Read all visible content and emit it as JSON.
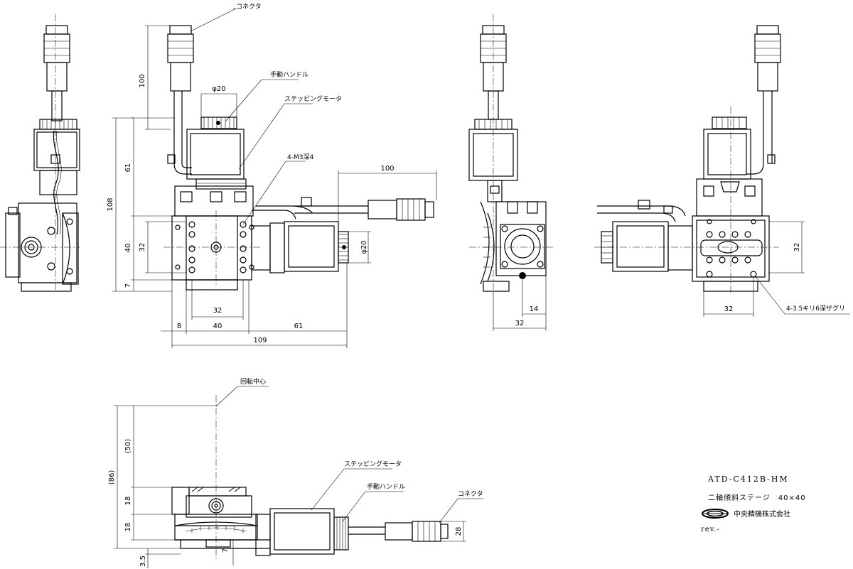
{
  "labels": {
    "connector": "コネクタ",
    "manual_handle": "手動ハンドル",
    "stepping_motor": "ステッピングモータ",
    "tap_holes": "4-M3深4",
    "rotation_center": "回転中心",
    "counterbore_holes": "4-3.5キリ6深ザグリ",
    "connector_bottom": "コネクタ",
    "manual_handle_bottom": "手動ハンドル",
    "stepping_motor_bottom": "ステッピングモータ"
  },
  "dimensions": {
    "d100_cable": "100",
    "d_phi20_top": "φ20",
    "d61": "61",
    "d108": "108",
    "d40_left": "40",
    "d32_left": "32",
    "d7": "7",
    "d100_right": "100",
    "d_phi20_right": "φ20",
    "d32_bottom": "32",
    "d8": "8",
    "d40_bottom": "40",
    "d61_bottom": "61",
    "d109": "109",
    "d14": "14",
    "d32_side": "32",
    "d32_rear_right": "32",
    "d32_rear_bottom": "32",
    "d86": "(86)",
    "d50": "(50)",
    "d18_top": "18",
    "d18_bottom": "18",
    "d3_5": "3.5",
    "d7_front": "7",
    "d28": "28"
  },
  "title_block": {
    "model": "ATD-C412B-HM",
    "description": "二軸傾斜ステージ　40×40",
    "company": "中央精機株式会社",
    "revision": "rev.-"
  }
}
